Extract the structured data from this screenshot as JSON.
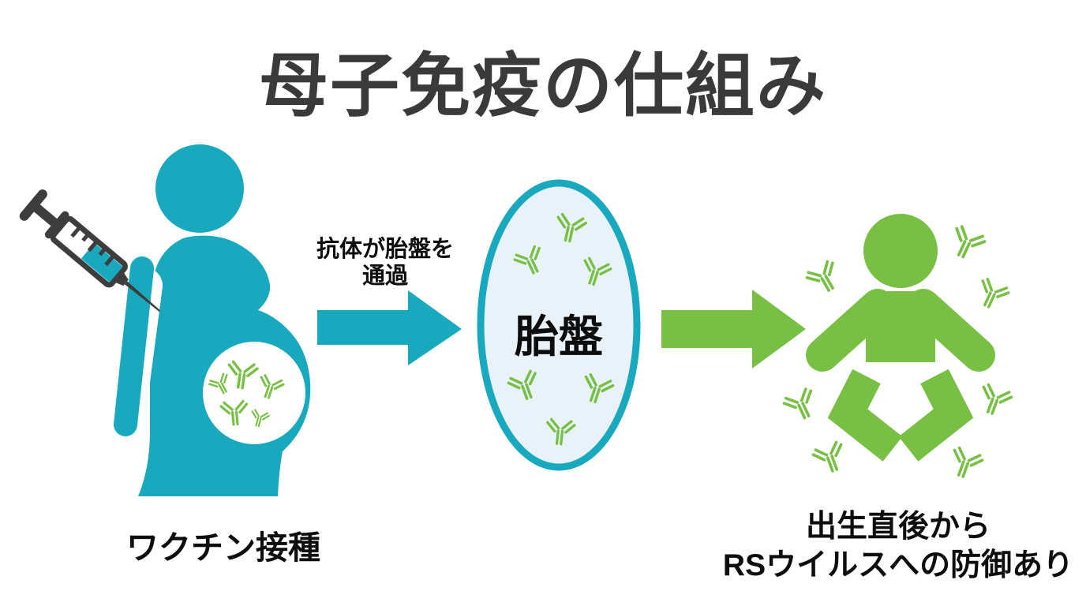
{
  "title": "母子免疫の仕組み",
  "colors": {
    "teal": "#18a9be",
    "green": "#77c044",
    "title_gray": "#3a3a3a",
    "label_black": "#0d0d0d",
    "placenta_fill": "#e8f2f8",
    "syringe_dark": "#3d3d3d",
    "background": "#ffffff"
  },
  "diagram": {
    "mother": {
      "caption": "ワクチン接種",
      "icons": [
        "syringe-icon",
        "pregnant-woman-icon",
        "antibody-icon"
      ],
      "belly_antibody_count": 5
    },
    "arrow_to_placenta": {
      "label_line1": "抗体が胎盤を",
      "label_line2": "通過",
      "color": "#18a9be",
      "direction": "right"
    },
    "placenta": {
      "label": "胎盤",
      "antibody_count": 6,
      "border_color": "#18a9be",
      "fill_color": "#e8f2f8"
    },
    "arrow_to_baby": {
      "color": "#77c044",
      "direction": "right"
    },
    "baby": {
      "caption_line1": "出生直後から",
      "caption_line2": "RSウイルスへの防御あり",
      "icons": [
        "baby-icon",
        "antibody-icon"
      ],
      "surrounding_antibody_count": 7
    }
  }
}
